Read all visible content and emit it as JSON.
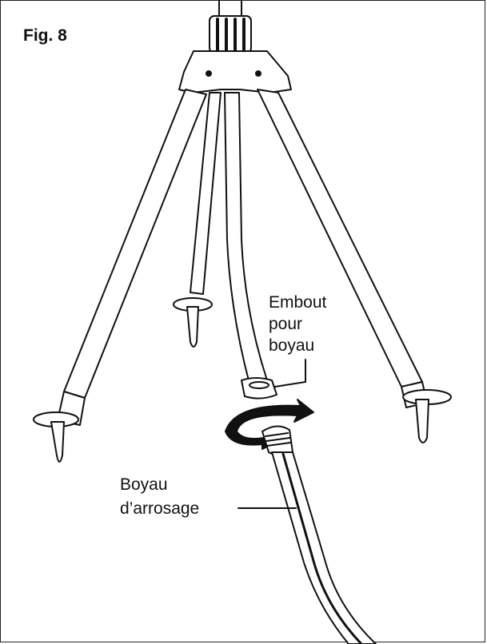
{
  "figure": {
    "title": "Fig. 8",
    "labels": {
      "hose_fitting": [
        "Embout",
        "pour",
        "boyau"
      ],
      "garden_hose": [
        "Boyau",
        "d’arrosage"
      ]
    },
    "colors": {
      "ink": "#111111",
      "paper": "#ffffff",
      "hose_fill": "#f4f4f4"
    },
    "icons": [
      "tripod-sprinkler-icon",
      "rotation-arrow-icon",
      "hose-connector-icon"
    ]
  }
}
